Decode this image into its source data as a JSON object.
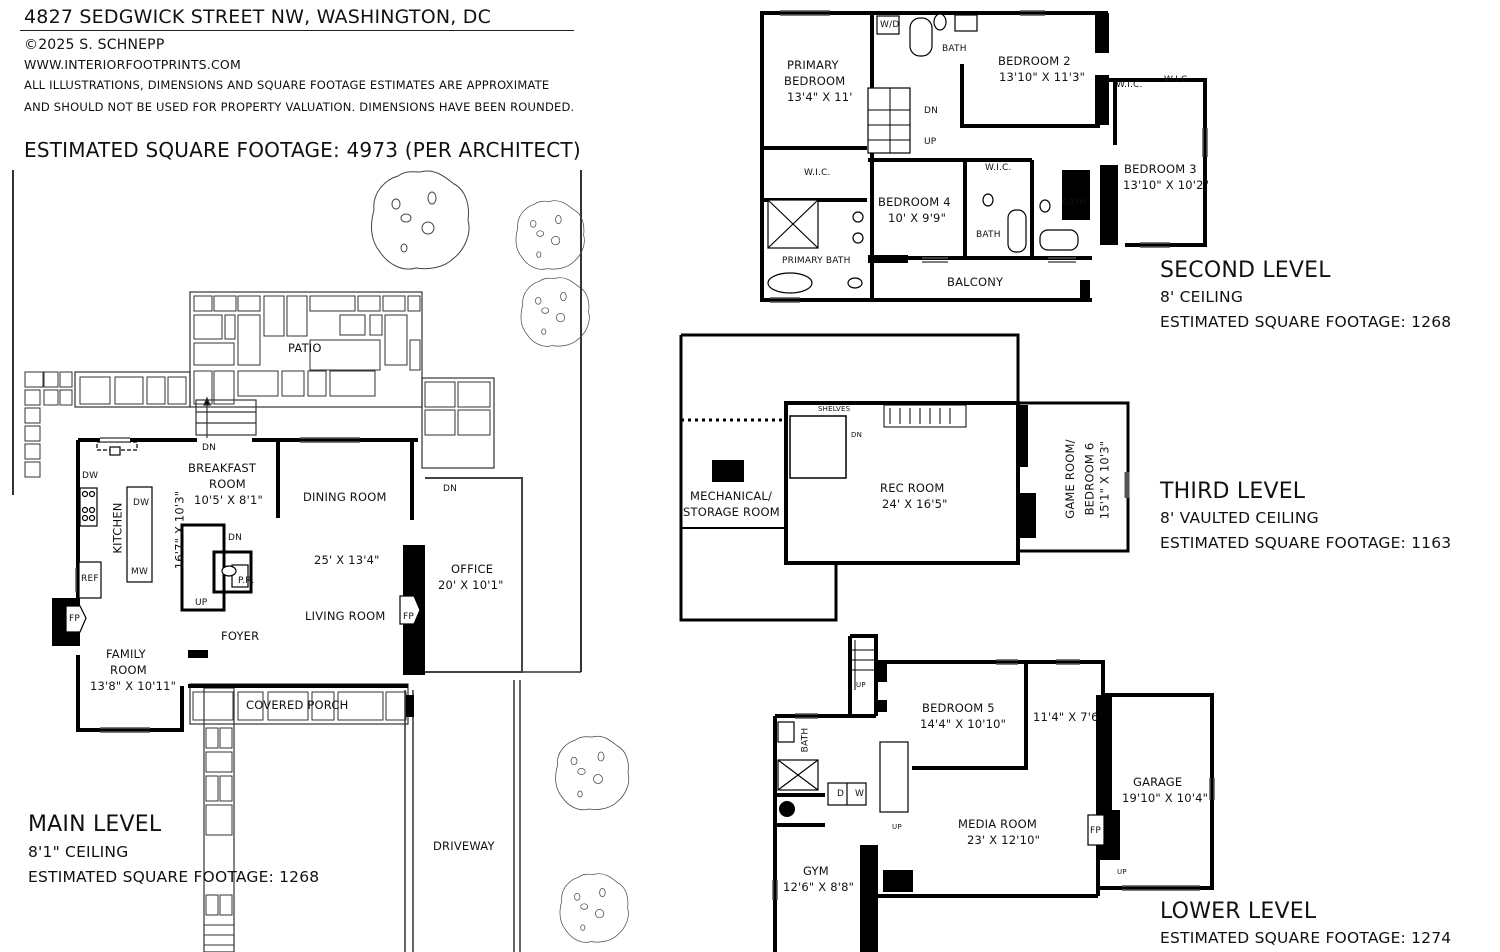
{
  "header": {
    "address": "4827 SEDGWICK STREET NW, WASHINGTON, DC",
    "copyright": "©2025 S. SCHNEPP",
    "website": "WWW.INTERIORFOOTPRINTS.COM",
    "disclaimer_line1": "ALL ILLUSTRATIONS, DIMENSIONS AND SQUARE FOOTAGE ESTIMATES ARE APPROXIMATE",
    "disclaimer_line2": "AND  SHOULD NOT BE USED FOR PROPERTY VALUATION. DIMENSIONS HAVE BEEN ROUNDED.",
    "total_sqft": "ESTIMATED SQUARE FOOTAGE: 4973 (PER ARCHITECT)"
  },
  "levels": {
    "main": {
      "title": "MAIN LEVEL",
      "ceiling": "8'1\" CEILING",
      "sqft": "ESTIMATED SQUARE FOOTAGE: 1268",
      "rooms": {
        "patio": "PATIO",
        "breakfast": "BREAKFAST",
        "breakfast2": "ROOM",
        "breakfast_dim": "10'5' X 8'1\"",
        "kitchen": "KITCHEN",
        "kitchen_dim": "16'7\" X 10'3\"",
        "dining": "DINING ROOM",
        "living_dim": "25' X 13'4\"",
        "living": "LIVING ROOM",
        "foyer": "FOYER",
        "family": "FAMILY",
        "family2": "ROOM",
        "family_dim": "13'8\" X 10'11\"",
        "office": "OFFICE",
        "office_dim": "20' X 10'1\"",
        "porch": "COVERED PORCH",
        "driveway": "DRIVEWAY",
        "powder": "P.R.",
        "fp": "FP",
        "dw": "DW",
        "mw": "MW",
        "ref": "REF",
        "dn": "DN",
        "up": "UP"
      }
    },
    "second": {
      "title": "SECOND LEVEL",
      "ceiling": "8' CEILING",
      "sqft": "ESTIMATED SQUARE FOOTAGE: 1268",
      "rooms": {
        "primary": "PRIMARY",
        "primary2": "BEDROOM",
        "primary_dim": "13'4\" X 11'",
        "bed2": "BEDROOM 2",
        "bed2_dim": "13'10\" X 11'3\"",
        "bed3": "BEDROOM 3",
        "bed3_dim": "13'10\" X 10'2\"",
        "bed4": "BEDROOM 4",
        "bed4_dim": "10' X 9'9\"",
        "wic": "W.I.C.",
        "bath": "BATH",
        "primary_bath": "PRIMARY BATH",
        "balcony": "BALCONY",
        "wd": "W/D",
        "dn": "DN",
        "up": "UP"
      }
    },
    "third": {
      "title": "THIRD LEVEL",
      "ceiling": "8' VAULTED CEILING",
      "sqft": "ESTIMATED SQUARE FOOTAGE: 1163",
      "rooms": {
        "mech": "MECHANICAL/",
        "mech2": "STORAGE ROOM",
        "rec": "REC ROOM",
        "rec_dim": "24' X 16'5\"",
        "game": "GAME ROOM/",
        "game2": "BEDROOM 6",
        "game_dim": "15'1\" X 10'3\"",
        "shelves": "SHELVES",
        "dn": "DN"
      }
    },
    "lower": {
      "title": "LOWER LEVEL",
      "sqft": "ESTIMATED SQUARE FOOTAGE: 1274",
      "rooms": {
        "bed5": "BEDROOM 5",
        "bed5_dim": "14'4\" X 10'10\"",
        "alcove_dim": "11'4\" X 7'6\"",
        "garage": "GARAGE",
        "garage_dim": "19'10\" X 10'4\"",
        "media": "MEDIA ROOM",
        "media_dim": "23' X 12'10\"",
        "gym": "GYM",
        "gym_dim": "12'6\" X 8'8\"",
        "bath": "BATH",
        "d": "D",
        "w": "W",
        "fp": "FP",
        "up": "UP"
      }
    }
  }
}
